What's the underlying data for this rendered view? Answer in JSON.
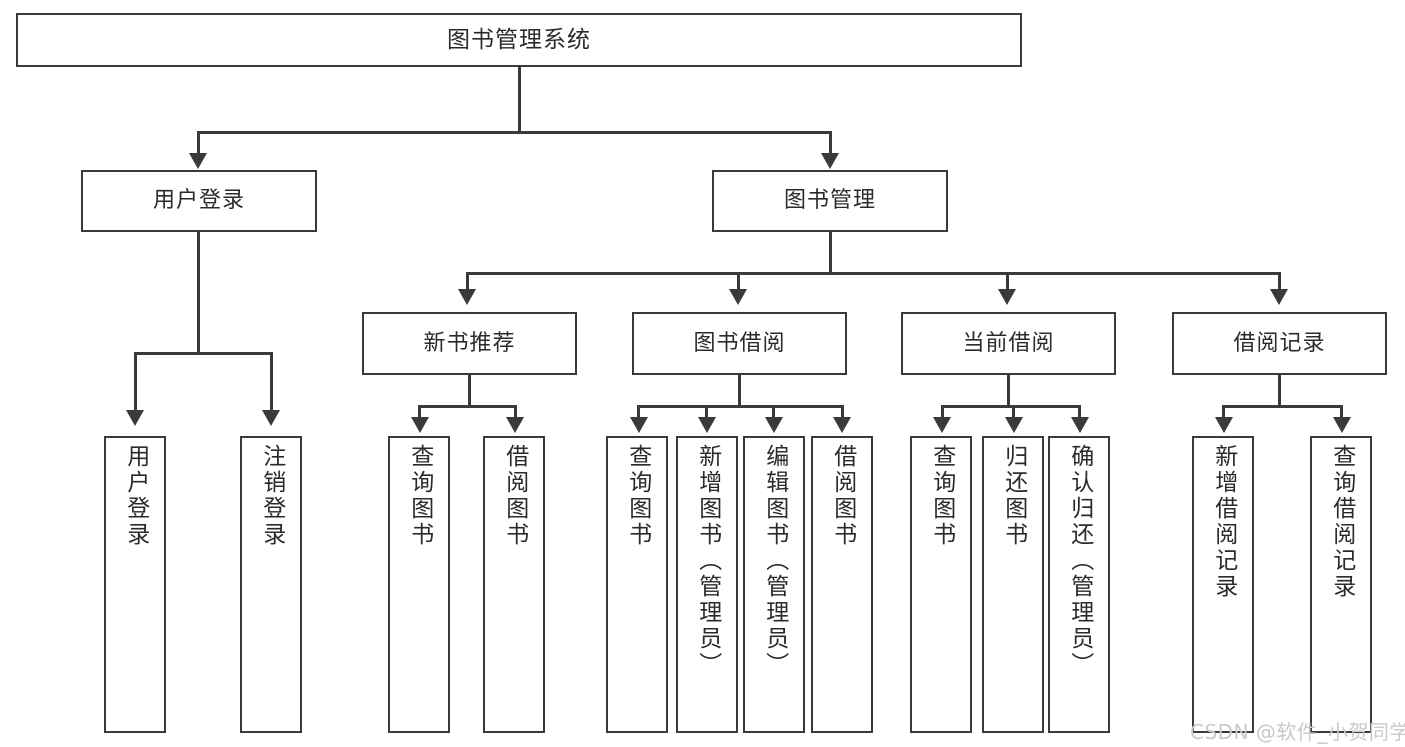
{
  "diagram": {
    "type": "tree",
    "title": "图书管理系统",
    "watermark": "CSDN @软件_小贺同学",
    "colors": {
      "box_border": "#3a3a3a",
      "box_fill": "#ffffff",
      "connector": "#3a3a3a",
      "text": "#2b2b2b",
      "watermark": "#c9c9c9",
      "background": "#ffffff"
    },
    "root": {
      "label": "图书管理系统"
    },
    "level2": [
      {
        "label": "用户登录"
      },
      {
        "label": "图书管理"
      }
    ],
    "level3": [
      {
        "label": "新书推荐"
      },
      {
        "label": "图书借阅"
      },
      {
        "label": "当前借阅"
      },
      {
        "label": "借阅记录"
      }
    ],
    "leaves": {
      "user_login": [
        {
          "label": "用户登录"
        },
        {
          "label": "注销登录"
        }
      ],
      "new_book_recommend": [
        {
          "label": "查询图书"
        },
        {
          "label": "借阅图书"
        }
      ],
      "book_borrow": [
        {
          "label": "查询图书"
        },
        {
          "label": "新增图书（管理员）"
        },
        {
          "label": "编辑图书（管理员）"
        },
        {
          "label": "借阅图书"
        }
      ],
      "current_borrow": [
        {
          "label": "查询图书"
        },
        {
          "label": "归还图书"
        },
        {
          "label": "确认归还（管理员）"
        }
      ],
      "borrow_record": [
        {
          "label": "新增借阅记录"
        },
        {
          "label": "查询借阅记录"
        }
      ]
    }
  }
}
